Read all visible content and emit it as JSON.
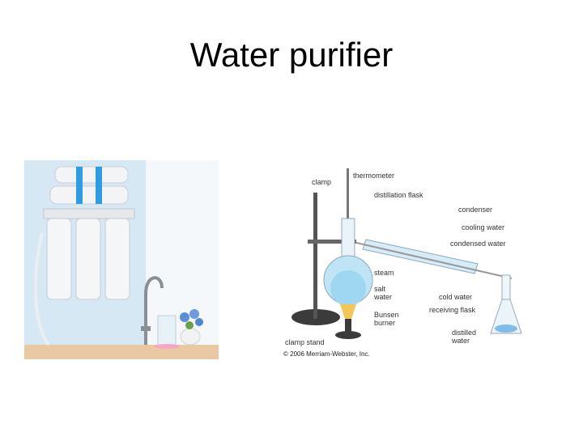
{
  "slide": {
    "title": "Water purifier"
  },
  "diagram": {
    "labels": {
      "clamp": "clamp",
      "thermometer": "thermometer",
      "distillation_flask": "distillation flask",
      "condenser": "condenser",
      "cooling_water": "cooling water",
      "condensed_water": "condensed water",
      "steam": "steam",
      "salt_water_1": "salt",
      "salt_water_2": "water",
      "bunsen_1": "Bunsen",
      "bunsen_2": "burner",
      "cold_water": "cold water",
      "receiving_flask": "receiving flask",
      "clamp_stand": "clamp stand",
      "distilled_1": "distilled",
      "distilled_2": "water"
    },
    "copyright": "© 2006 Merriam-Webster, Inc."
  },
  "colors": {
    "wall": "#cfe3f3",
    "counter": "#e8c9a3",
    "filter_white": "#f2f4f6",
    "accent_blue": "#2f9be0",
    "glass_blue": "#9fd6f2",
    "stand_dark": "#3b3b3b"
  }
}
